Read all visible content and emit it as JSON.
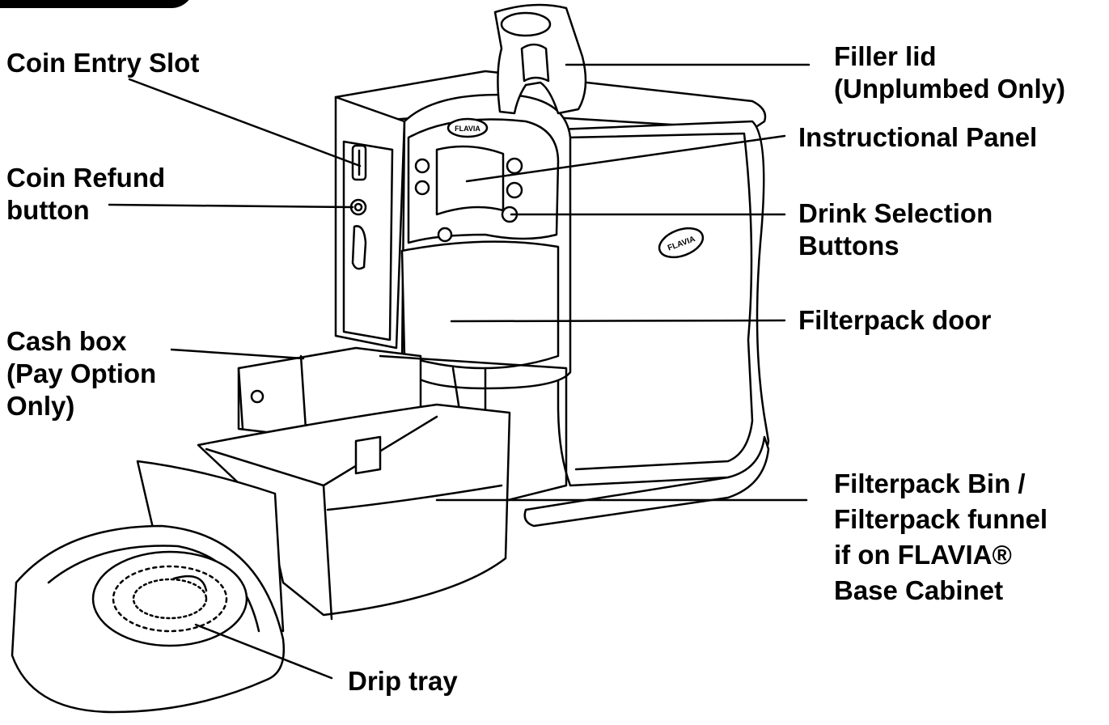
{
  "labels": {
    "coin_entry_slot": [
      "Coin Entry Slot"
    ],
    "coin_refund_button": [
      "Coin Refund",
      "button"
    ],
    "cash_box": [
      "Cash box",
      "(Pay Option",
      "Only)"
    ],
    "filler_lid": [
      "Filler lid",
      "(Unplumbed Only)"
    ],
    "instructional_panel": [
      "Instructional Panel"
    ],
    "drink_selection_buttons": [
      "Drink Selection",
      "Buttons"
    ],
    "filterpack_door": [
      "Filterpack door"
    ],
    "filterpack_bin": [
      "Filterpack Bin /",
      "Filterpack funnel",
      "if on FLAVIA®",
      "Base Cabinet"
    ],
    "drip_tray": [
      "Drip tray"
    ]
  },
  "logo": {
    "front": "FLAVIA",
    "side": "FLAVIA"
  }
}
